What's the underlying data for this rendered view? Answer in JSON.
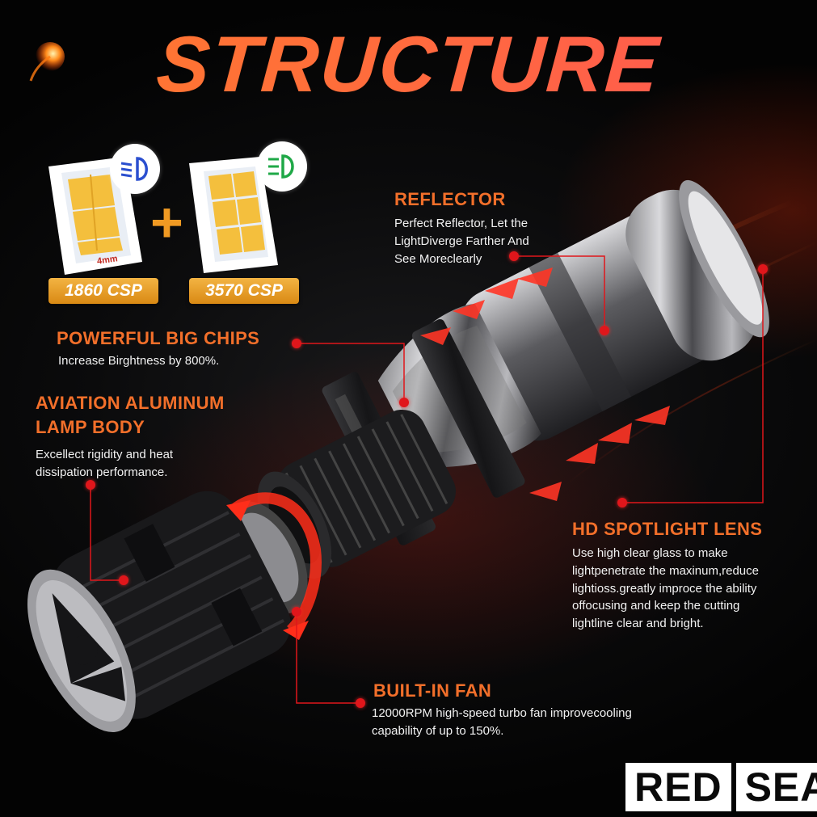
{
  "title": "STRUCTURE",
  "chips": {
    "left_badge": "1860 CSP",
    "right_badge": "3570 CSP",
    "size_label": "4mm",
    "plus": "+"
  },
  "features": {
    "reflector": {
      "heading": "REFLECTOR",
      "lines": [
        "Perfect Reflector, Let the",
        "LightDiverge Farther And",
        "See Moreclearly"
      ]
    },
    "chips": {
      "heading": "POWERFUL BIG CHIPS",
      "lines": [
        "Increase Birghtness by 800%."
      ]
    },
    "body": {
      "heading_lines": [
        "AVIATION ALUMINUM",
        "LAMP BODY"
      ],
      "lines": [
        "Excellect rigidity and heat",
        "dissipation performance."
      ]
    },
    "lens": {
      "heading": "HD SPOTLIGHT LENS",
      "lines": [
        "Use high clear glass to make",
        "lightpenetrate the maxinum,reduce",
        "lightioss.greatly improce the ability",
        "offocusing and keep the cutting",
        "lightline clear and bright."
      ]
    },
    "fan": {
      "heading": "BUILT-IN FAN",
      "lines": [
        "12000RPM high-speed turbo fan improvecooling",
        "capability of up to 150%."
      ]
    }
  },
  "brand": {
    "part1": "RED",
    "part2": "SEA"
  },
  "colors": {
    "accent": "#f26f2a",
    "pointer": "#e0161b",
    "badge": "#e39a25",
    "low_beam_icon": "#2b4fcf",
    "high_beam_icon": "#1fa847"
  },
  "icons": [
    "low-beam-headlight-icon",
    "high-beam-headlight-icon",
    "spark-icon"
  ]
}
